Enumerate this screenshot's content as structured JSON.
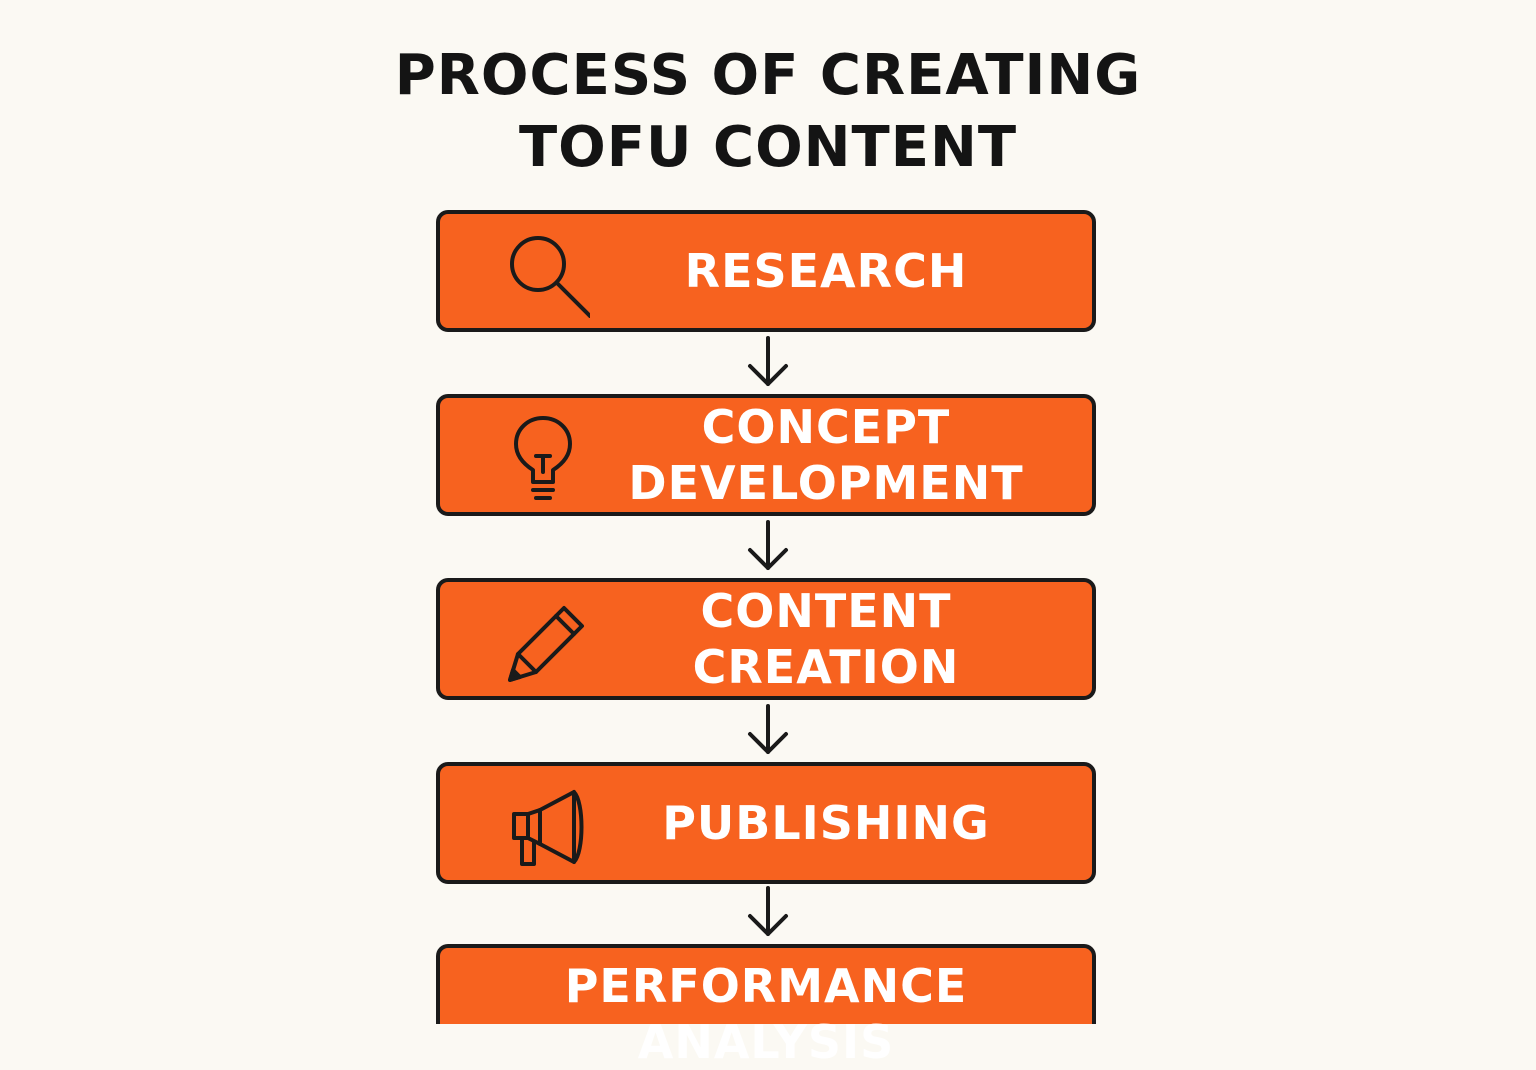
{
  "title": {
    "line1": "PROCESS OF CREATING",
    "line2": "TOFU CONTENT"
  },
  "steps": [
    {
      "lines": [
        "RESEARCH"
      ],
      "icon": "magnifying-glass-icon"
    },
    {
      "lines": [
        "CONCEPT",
        "DEVELOPMENT"
      ],
      "icon": "lightbulb-icon"
    },
    {
      "lines": [
        "CONTENT",
        "CREATION"
      ],
      "icon": "pencil-icon"
    },
    {
      "lines": [
        "PUBLISHING"
      ],
      "icon": "megaphone-icon"
    },
    {
      "lines": [
        "PERFORMANCE ANALYSIS"
      ],
      "icon": ""
    }
  ],
  "colors": {
    "background": "#fbf9f3",
    "box_fill": "#f7621f",
    "outline": "#1a1a1a",
    "label_text": "#ffffff",
    "title_text": "#141414"
  }
}
